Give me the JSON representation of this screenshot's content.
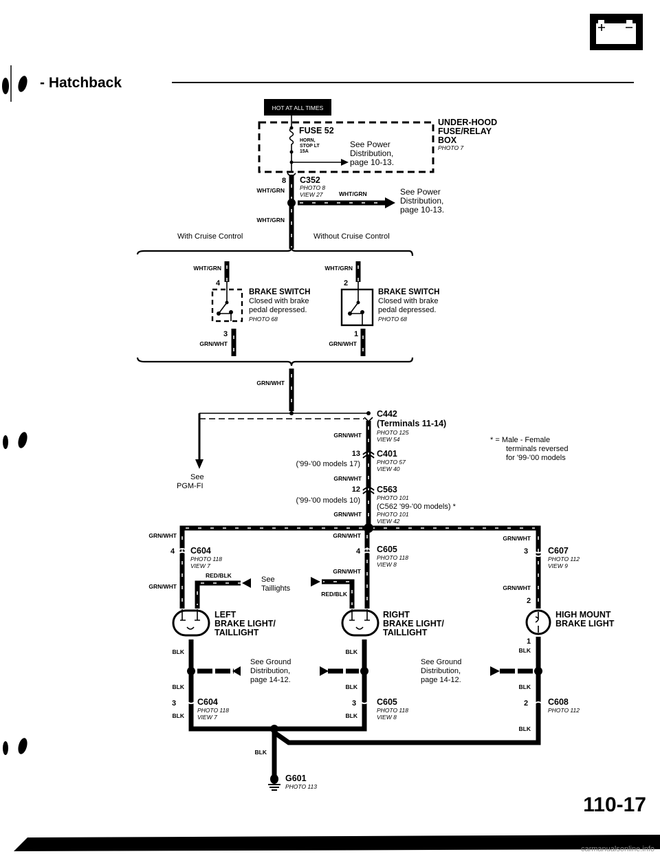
{
  "header": {
    "section": "- Hatchback",
    "page_number": "110-17",
    "watermark": "carmanualsonline.info",
    "battery_icon": "battery-icon"
  },
  "power": {
    "hot_label": "HOT AT ALL TIMES",
    "fuse": {
      "name": "FUSE 52",
      "desc1": "HORN,",
      "desc2": "STOP LT",
      "rating": "15A"
    },
    "fuse_ref": [
      "See Power",
      "Distribution,",
      "page 10-13."
    ],
    "box": {
      "line1": "UNDER-HOOD",
      "line2": "FUSE/RELAY",
      "line3": "BOX",
      "photo": "PHOTO 7"
    },
    "c352": {
      "pin": "8",
      "name": "C352",
      "photo": "PHOTO 8",
      "view": "VIEW 27"
    },
    "wire1": "WHT/GRN",
    "wire2": "WHT/GRN",
    "wire3": "WHT/GRN",
    "splice_ref": [
      "See Power",
      "Distribution,",
      "page 10-13."
    ]
  },
  "options": {
    "with": "With Cruise Control",
    "without": "Without Cruise Control"
  },
  "switch_left": {
    "wire_in": "WHT/GRN",
    "pin_in": "4",
    "title": "BRAKE SWITCH",
    "desc1": "Closed with brake",
    "desc2": "pedal depressed.",
    "photo": "PHOTO 68",
    "pin_out": "3",
    "wire_out": "GRN/WHT"
  },
  "switch_right": {
    "wire_in": "WHT/GRN",
    "pin_in": "2",
    "title": "BRAKE SWITCH",
    "desc1": "Closed with brake",
    "desc2": "pedal depressed.",
    "photo": "PHOTO 68",
    "pin_out": "1",
    "wire_out": "GRN/WHT"
  },
  "trunk": {
    "wire0": "GRN/WHT",
    "pgm": [
      "See",
      "PGM-FI"
    ],
    "c442": {
      "name": "C442",
      "terminals": "(Terminals 11-14)",
      "photo": "PHOTO 125",
      "view": "VIEW 54"
    },
    "wire1": "GRN/WHT",
    "c401": {
      "pin": "13",
      "alt": "('99-'00 models 17)",
      "name": "C401",
      "photo": "PHOTO 57",
      "view": "VIEW 40"
    },
    "wire2": "GRN/WHT",
    "c563": {
      "pin": "12",
      "alt": "('99-'00 models 10)",
      "name": "C563",
      "photo": "PHOTO 101",
      "alt_conn": "(C562 '99-'00 models) *",
      "photo2": "PHOTO 101",
      "view": "VIEW 42"
    },
    "wire3": "GRN/WHT",
    "note": [
      "* = Male - Female",
      "terminals reversed",
      "for '99-'00 models"
    ]
  },
  "left_lamp": {
    "wire1": "GRN/WHT",
    "c604": {
      "pin": "4",
      "name": "C604",
      "photo": "PHOTO 118",
      "view": "VIEW 7"
    },
    "wire2": "GRN/WHT",
    "redblk": "RED/BLK",
    "taillights": [
      "See",
      "Taillights"
    ],
    "name": [
      "LEFT",
      "BRAKE LIGHT/",
      "TAILLIGHT"
    ],
    "blk1": "BLK",
    "ground_ref": [
      "See Ground",
      "Distribution,",
      "page 14-12."
    ],
    "blk2": "BLK",
    "c604b": {
      "pin": "3",
      "name": "C604",
      "photo": "PHOTO 118",
      "view": "VIEW 7"
    },
    "blk3": "BLK"
  },
  "right_lamp": {
    "wire1": "GRN/WHT",
    "c605": {
      "pin": "4",
      "name": "C605",
      "photo": "PHOTO 118",
      "view": "VIEW 8"
    },
    "wire2": "GRN/WHT",
    "redblk": "RED/BLK",
    "name": [
      "RIGHT",
      "BRAKE LIGHT/",
      "TAILLIGHT"
    ],
    "blk1": "BLK",
    "ground_ref": [
      "See Ground",
      "Distribution,",
      "page 14-12."
    ],
    "blk2": "BLK",
    "c605b": {
      "pin": "3",
      "name": "C605",
      "photo": "PHOTO 118",
      "view": "VIEW 8"
    },
    "blk3": "BLK"
  },
  "high_mount": {
    "wire1": "GRN/WHT",
    "c607": {
      "pin": "3",
      "name": "C607",
      "photo": "PHOTO 112",
      "view": "VIEW 9"
    },
    "wire2": "GRN/WHT",
    "pin_in": "2",
    "name": [
      "HIGH MOUNT",
      "BRAKE LIGHT"
    ],
    "pin_out": "1",
    "blk1": "BLK",
    "blk2": "BLK",
    "c608": {
      "pin": "2",
      "name": "C608",
      "photo": "PHOTO 112"
    },
    "blk3": "BLK"
  },
  "ground": {
    "wire": "BLK",
    "name": "G601",
    "photo": "PHOTO 113"
  }
}
